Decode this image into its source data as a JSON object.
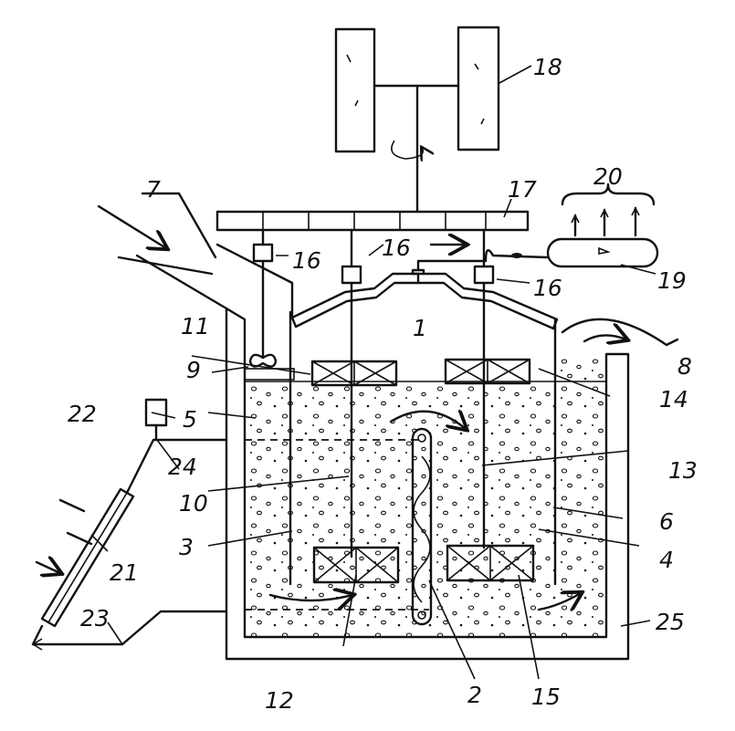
{
  "labels": {
    "n1": "1",
    "n2": "2",
    "n3": "3",
    "n4": "4",
    "n5": "5",
    "n6": "6",
    "n7": "7",
    "n8": "8",
    "n9": "9",
    "n10": "10",
    "n11": "11",
    "n12": "12",
    "n13": "13",
    "n14": "14",
    "n15": "15",
    "n16a": "16",
    "n16b": "16",
    "n16c": "16",
    "n17": "17",
    "n18": "18",
    "n19": "19",
    "n20": "20",
    "n21": "21",
    "n22": "22",
    "n23": "23",
    "n24": "24",
    "n25": "25"
  }
}
